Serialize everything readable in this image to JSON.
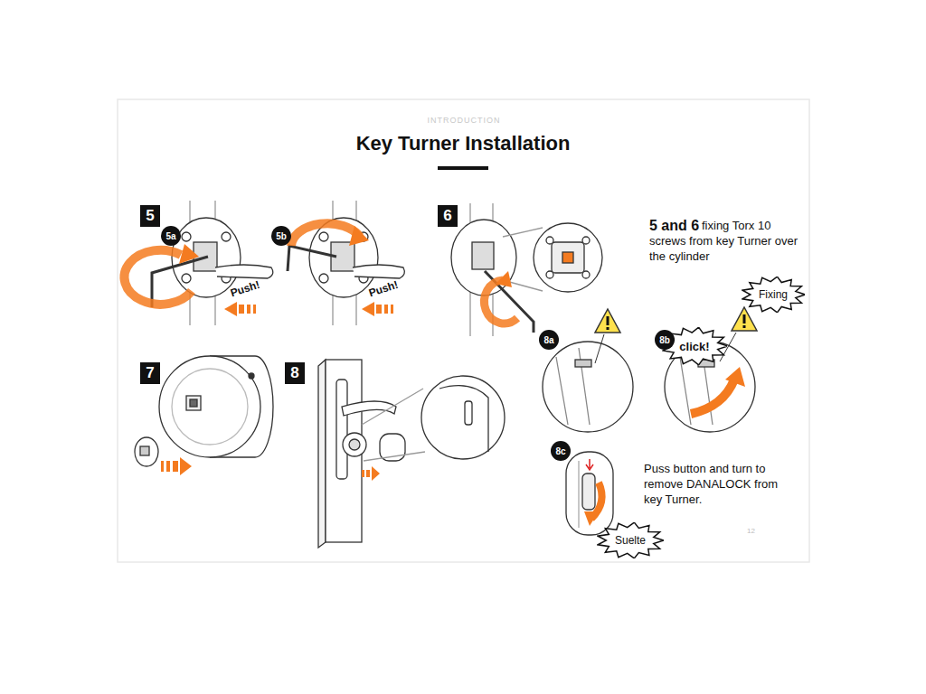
{
  "diagram": {
    "title": "Key Turner Installation",
    "nodes": [
      {
        "text": [
          "5"
        ]
      },
      {
        "text": [
          "5a"
        ]
      },
      {
        "text": [
          "5b"
        ]
      },
      {
        "text": [
          "6"
        ]
      },
      {
        "text": [
          "Fixing"
        ]
      },
      {
        "text": [
          "8a"
        ]
      },
      {
        "text": [
          "click!"
        ]
      },
      {
        "text": [
          "8b"
        ]
      },
      {
        "text": [
          "7"
        ]
      },
      {
        "text": [
          "8"
        ]
      },
      {
        "text": [
          "8c"
        ]
      },
      {
        "text": [
          "Suelte"
        ]
      }
    ],
    "labels": [
      "INTRODUCTION",
      "Push!",
      "Push!",
      "5 and 6",
      "fixing Torx 10 screws from key Turner over the cylinder",
      "Puss button and turn to remove DANALOCK from key Turner.",
      "12"
    ]
  }
}
